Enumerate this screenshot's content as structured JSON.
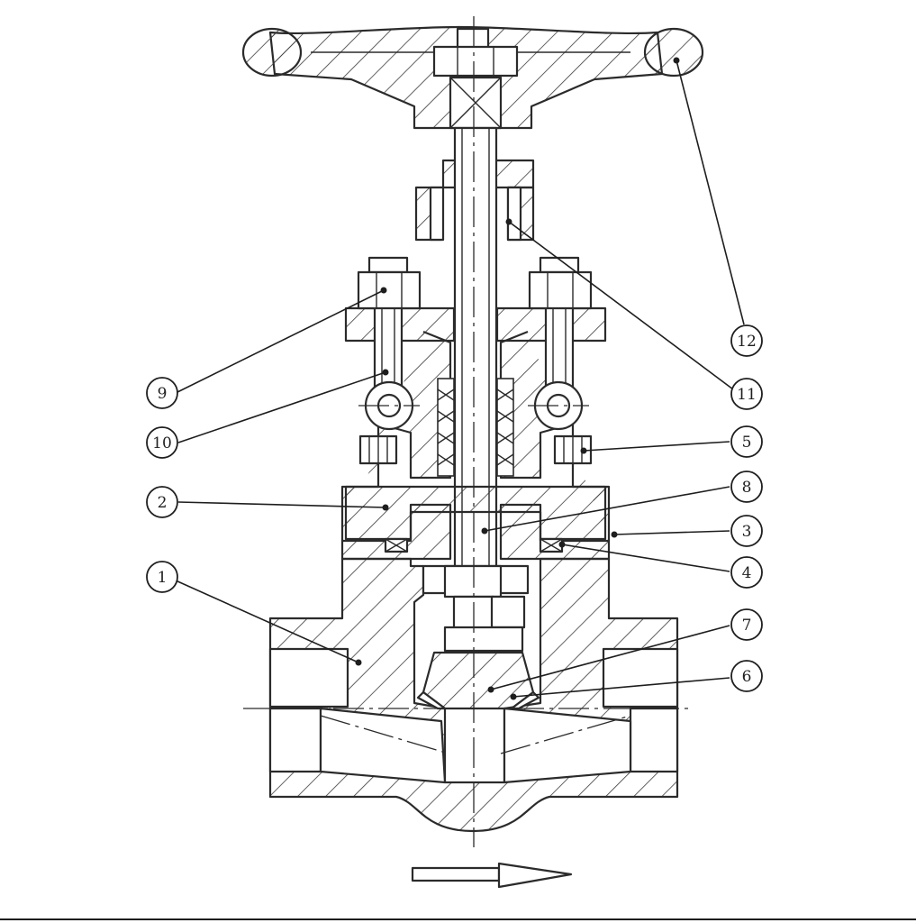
{
  "diagram": {
    "callouts": [
      {
        "id": "c1",
        "label": "1"
      },
      {
        "id": "c2",
        "label": "2"
      },
      {
        "id": "c3",
        "label": "3"
      },
      {
        "id": "c4",
        "label": "4"
      },
      {
        "id": "c5",
        "label": "5"
      },
      {
        "id": "c6",
        "label": "6"
      },
      {
        "id": "c7",
        "label": "7"
      },
      {
        "id": "c8",
        "label": "8"
      },
      {
        "id": "c9",
        "label": "9"
      },
      {
        "id": "c10",
        "label": "10"
      },
      {
        "id": "c11",
        "label": "11"
      },
      {
        "id": "c12",
        "label": "12"
      }
    ],
    "flow_direction": "left-to-right",
    "colors": {
      "line": "#2b2b2b",
      "background": "#ffffff"
    }
  }
}
